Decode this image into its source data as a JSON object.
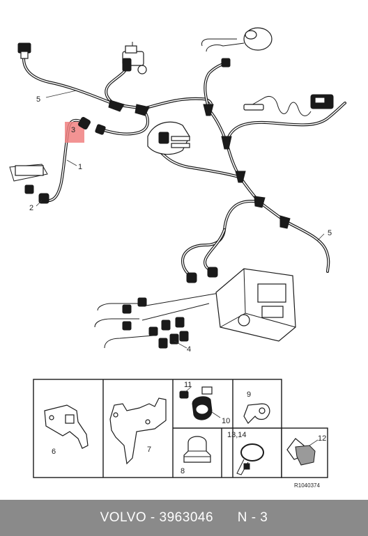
{
  "diagram": {
    "callouts": {
      "c1": "1",
      "c2": "2",
      "c3": "3",
      "c4": "4",
      "c5a": "5",
      "c5b": "5",
      "c6": "6",
      "c7": "7",
      "c8": "8",
      "c9": "9",
      "c10": "10",
      "c11": "11",
      "c12": "12",
      "c1314": "13,14"
    },
    "highlight_color": "#f08080",
    "reference_code": "R1040374"
  },
  "footer": {
    "brand": "VOLVO",
    "part_number": "3963046",
    "callout_ref": "N - 3",
    "sep": " - "
  }
}
